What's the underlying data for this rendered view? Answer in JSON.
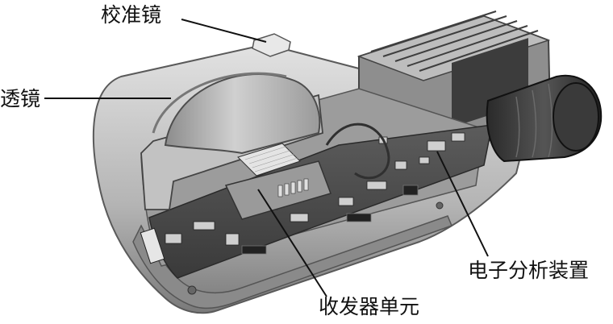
{
  "labels": {
    "calibration_mirror": "校准镜",
    "lens": "透镜",
    "transceiver_unit": "收发器单元",
    "electronic_analysis": "电子分析装置"
  },
  "colors": {
    "housing_light": "#d6d6d6",
    "housing_mid": "#a9a9a9",
    "housing_dark": "#6f6f6f",
    "board": "#4a4a4a",
    "connector": "#2e2e2e",
    "leader_line": "#111111"
  }
}
